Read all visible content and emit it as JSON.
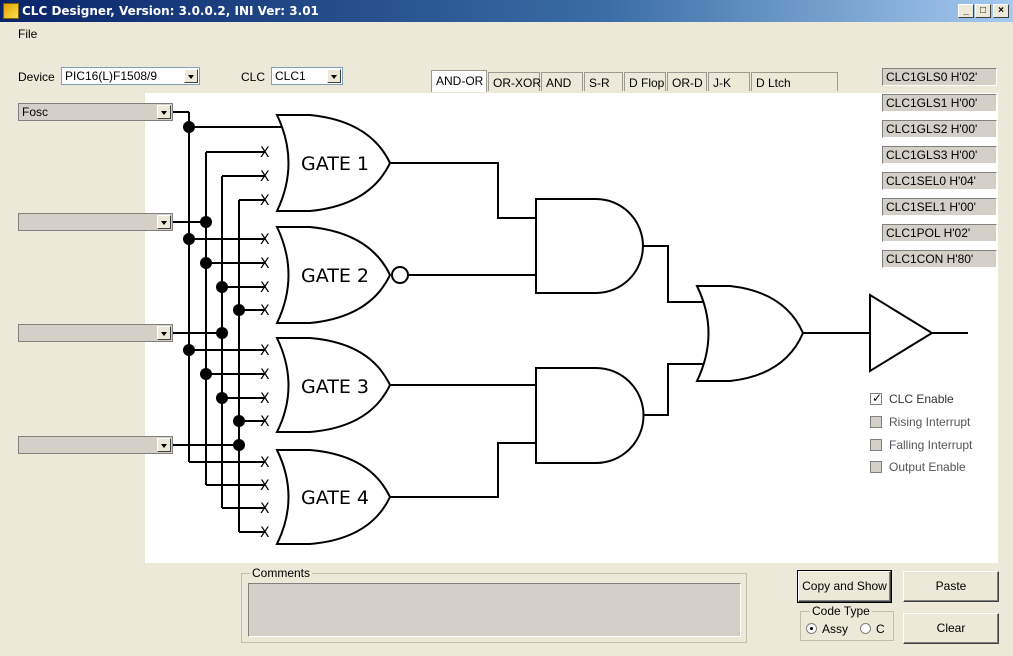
{
  "window": {
    "title": "CLC Designer, Version: 3.0.0.2, INI Ver: 3.01"
  },
  "menu": {
    "file": "File"
  },
  "device": {
    "label": "Device",
    "value": "PIC16(L)F1508/9"
  },
  "clc": {
    "label": "CLC",
    "value": "CLC1"
  },
  "tabs": [
    "AND-OR",
    "OR-XOR",
    "AND",
    "S-R",
    "D Flop",
    "OR-D",
    "J-K",
    "D Ltch"
  ],
  "active_tab": "AND-OR",
  "inputs": [
    "Fosc",
    "",
    "",
    ""
  ],
  "gates": [
    "GATE 1",
    "GATE 2",
    "GATE 3",
    "GATE 4"
  ],
  "inverted_gates": [
    "GATE 2"
  ],
  "registers": [
    "CLC1GLS0 H'02'",
    "CLC1GLS1 H'00'",
    "CLC1GLS2 H'00'",
    "CLC1GLS3 H'00'",
    "CLC1SEL0 H'04'",
    "CLC1SEL1 H'00'",
    "CLC1POL H'02'",
    "CLC1CON H'80'"
  ],
  "options": [
    {
      "label": "CLC Enable",
      "checked": true,
      "enabled": true
    },
    {
      "label": "Rising Interrupt",
      "checked": false,
      "enabled": false
    },
    {
      "label": "Falling Interrupt",
      "checked": false,
      "enabled": false
    },
    {
      "label": "Output Enable",
      "checked": false,
      "enabled": false
    }
  ],
  "comments": {
    "label": "Comments",
    "value": ""
  },
  "buttons": {
    "copy_show": "Copy and Show",
    "paste": "Paste",
    "clear": "Clear"
  },
  "code_type": {
    "label": "Code Type",
    "options": [
      "Assy",
      "C"
    ],
    "selected": "Assy"
  }
}
